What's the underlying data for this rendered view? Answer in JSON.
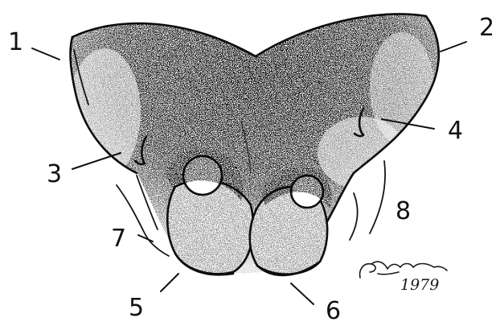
{
  "figure": {
    "labels": [
      {
        "id": "1",
        "text": "1"
      },
      {
        "id": "2",
        "text": "2"
      },
      {
        "id": "3",
        "text": "3"
      },
      {
        "id": "4",
        "text": "4"
      },
      {
        "id": "5",
        "text": "5"
      },
      {
        "id": "6",
        "text": "6"
      },
      {
        "id": "7",
        "text": "7"
      },
      {
        "id": "8",
        "text": "8"
      }
    ],
    "signature_year": "1979"
  },
  "colors": {
    "ink": "#111111",
    "paper": "#ffffff"
  }
}
